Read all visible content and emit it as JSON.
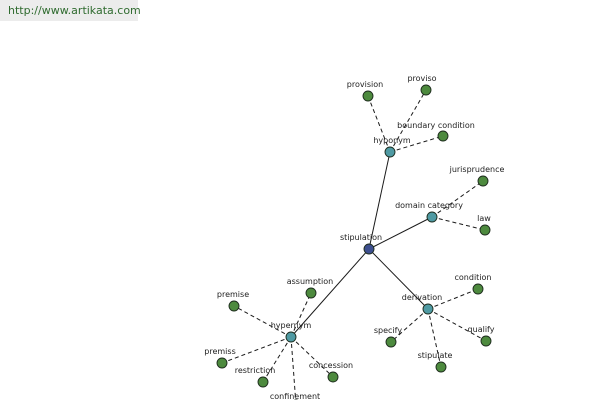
{
  "header": {
    "url": "http://www.artikata.com"
  },
  "colors": {
    "root": "#3d4f8f",
    "category": "#4f9aa3",
    "leaf": "#4d8a3e"
  },
  "graph": {
    "root": {
      "id": "stipulation",
      "label": "stipulation",
      "kind": "root"
    },
    "categories": [
      {
        "id": "hyponym",
        "label": "hyponym",
        "leaves": [
          {
            "id": "provision",
            "label": "provision"
          },
          {
            "id": "proviso",
            "label": "proviso"
          },
          {
            "id": "boundary-condition",
            "label": "boundary condition"
          }
        ]
      },
      {
        "id": "domain-category",
        "label": "domain category",
        "leaves": [
          {
            "id": "jurisprudence",
            "label": "jurisprudence"
          },
          {
            "id": "law",
            "label": "law"
          }
        ]
      },
      {
        "id": "derivation",
        "label": "derivation",
        "leaves": [
          {
            "id": "condition",
            "label": "condition"
          },
          {
            "id": "qualify",
            "label": "qualify"
          },
          {
            "id": "stipulate",
            "label": "stipulate"
          },
          {
            "id": "specify",
            "label": "specify"
          }
        ]
      },
      {
        "id": "hypernym",
        "label": "hypernym",
        "leaves": [
          {
            "id": "assumption",
            "label": "assumption"
          },
          {
            "id": "premise",
            "label": "premise"
          },
          {
            "id": "premiss",
            "label": "premiss"
          },
          {
            "id": "restriction",
            "label": "restriction"
          },
          {
            "id": "confinement",
            "label": "confinement"
          },
          {
            "id": "concession",
            "label": "concession"
          }
        ]
      }
    ]
  }
}
